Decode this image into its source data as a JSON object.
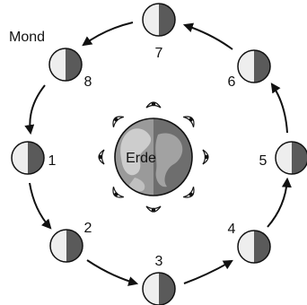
{
  "title": "Mond",
  "center_label": "Erde",
  "moon_numbers": [
    "1",
    "2",
    "3",
    "4",
    "5",
    "6",
    "7",
    "8"
  ],
  "colors": {
    "lit": "#eeeeee",
    "dark": "#5a5a5a",
    "outline": "#111111",
    "earth_light": "#9a9a9a",
    "earth_dark": "#6e6e6e",
    "continent": "#d6d6d6"
  },
  "icons": {
    "moon": "half-lit-moon-icon",
    "observer": "eye-icon",
    "arrow": "orbit-arrow"
  }
}
